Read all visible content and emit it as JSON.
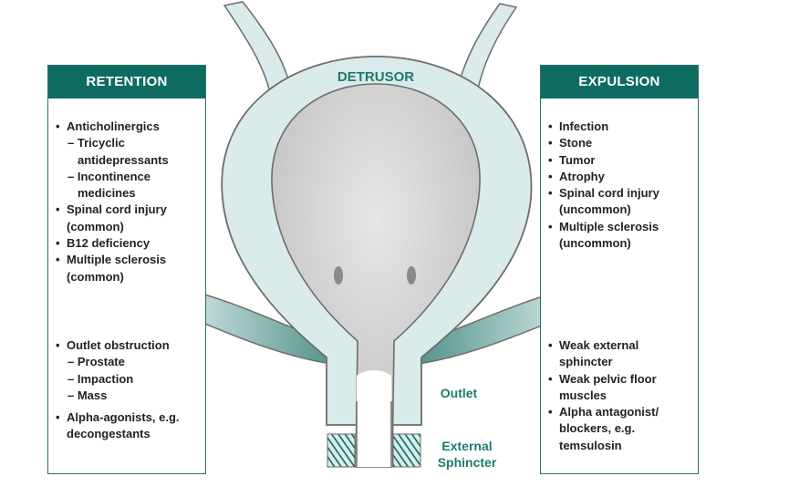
{
  "detrusor_label": "DETRUSOR",
  "outlet_label": "Outlet",
  "sphincter_label": "External\nSphincter",
  "retention": {
    "title": "RETENTION",
    "group1": [
      {
        "text": "Anticholinergics",
        "level": 0
      },
      {
        "text": "– Tricyclic antidepressants",
        "level": 1
      },
      {
        "text": "– Incontinence medicines",
        "level": 1
      },
      {
        "text": "Spinal cord injury (common)",
        "level": 0
      },
      {
        "text": "B12 deficiency",
        "level": 0
      },
      {
        "text": "Multiple sclerosis (common)",
        "level": 0
      }
    ],
    "group2": [
      {
        "text": "Outlet obstruction",
        "level": 0
      },
      {
        "text": "– Prostate",
        "level": 1
      },
      {
        "text": "– Impaction",
        "level": 1
      },
      {
        "text": "– Mass",
        "level": 1
      },
      {
        "text": "Alpha-agonists, e.g. decongestants",
        "level": 0
      }
    ]
  },
  "expulsion": {
    "title": "EXPULSION",
    "group1": [
      {
        "text": "Infection",
        "level": 0
      },
      {
        "text": "Stone",
        "level": 0
      },
      {
        "text": "Tumor",
        "level": 0
      },
      {
        "text": "Atrophy",
        "level": 0
      },
      {
        "text": "Spinal cord injury (uncommon)",
        "level": 0
      },
      {
        "text": "Multiple sclerosis (uncommon)",
        "level": 0
      }
    ],
    "group2": [
      {
        "text": "Weak external sphincter",
        "level": 0
      },
      {
        "text": "Weak pelvic floor muscles",
        "level": 0
      },
      {
        "text": "Alpha antagonist/ blockers, e.g. temsulosin",
        "level": 0
      }
    ]
  },
  "colors": {
    "header": "#0e6b5f",
    "bladder_wall": "#d9ebea",
    "outline": "#6d6d6d",
    "lumen": "#c4c4c4",
    "label": "#1e7a6e",
    "muscle_gradient_end": "#4f8f88"
  }
}
